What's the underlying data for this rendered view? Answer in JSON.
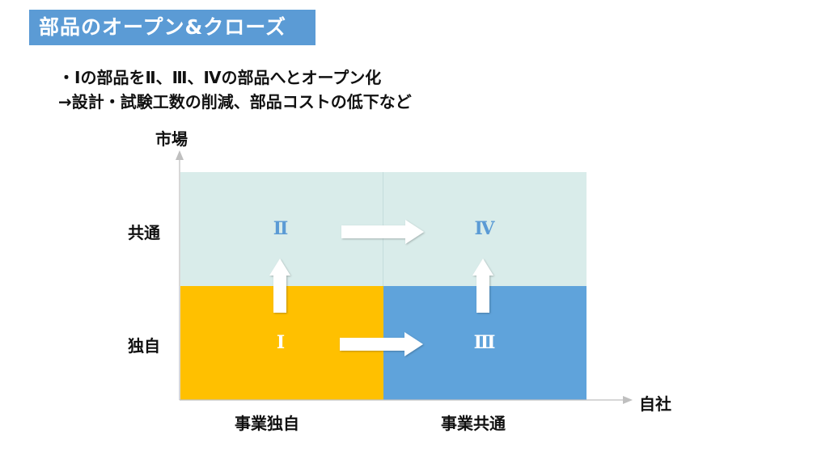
{
  "title": "部品のオープン&クローズ",
  "bullets": [
    "・Ⅰの部品をⅡ、Ⅲ、Ⅳの部品へとオープン化",
    "→設計・試験工数の削減、部品コストの低下など"
  ],
  "axes": {
    "y_label": "市場",
    "x_label": "自社"
  },
  "rows": {
    "top": "共通",
    "bottom": "独自"
  },
  "columns": {
    "left": "事業独自",
    "right": "事業共通"
  },
  "cells": {
    "top_left": {
      "numeral": "Ⅱ"
    },
    "top_right": {
      "numeral": "Ⅳ"
    },
    "bottom_left": {
      "numeral": "Ⅰ"
    },
    "bottom_right": {
      "numeral": "Ⅲ"
    }
  },
  "colors": {
    "title_band": "#5b9bd5",
    "common_row": "#d9ecea",
    "unique_cell": "#ffc000",
    "common_business_cell": "#5fa3db",
    "arrow_fill": "#ffffff",
    "axis": "#bfbfbf"
  }
}
